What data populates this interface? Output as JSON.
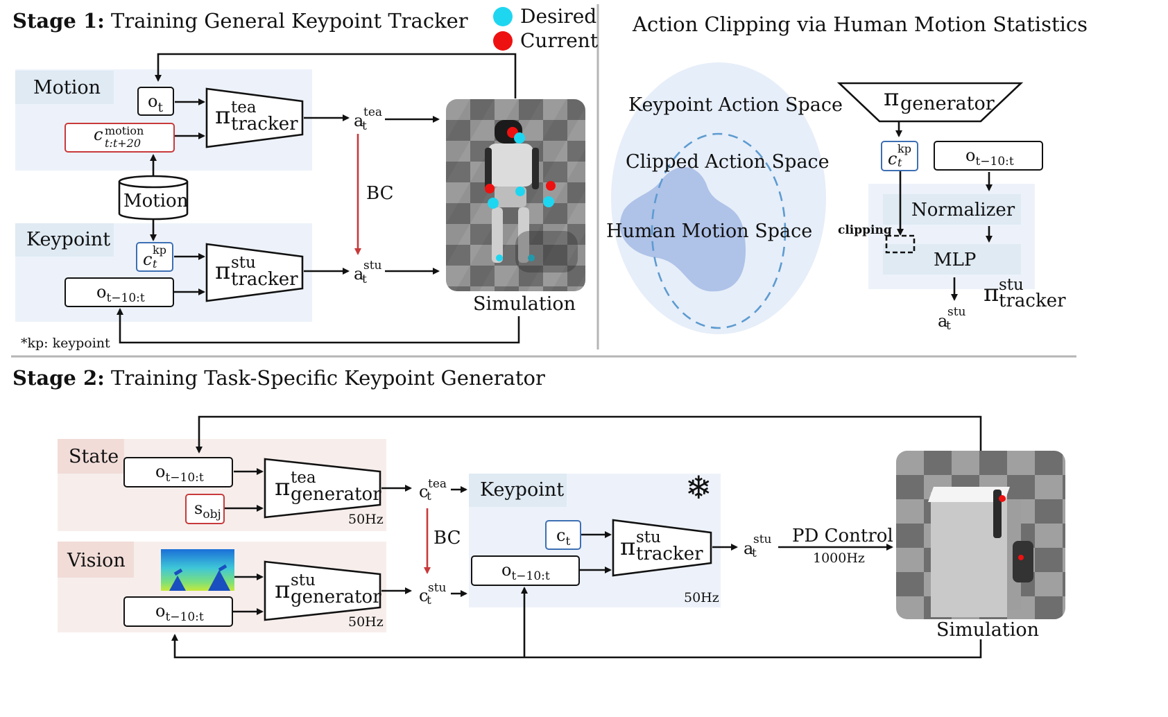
{
  "stage1": {
    "title_bold": "Stage 1:",
    "title_rest": " Training General Keypoint Tracker",
    "legend_desired": "Desired",
    "legend_current": "Current",
    "motion_tag": "Motion",
    "keypoint_tag": "Keypoint",
    "o_t": "o",
    "o_t_sub": "t",
    "c_motion": "c",
    "c_motion_sup": "motion",
    "c_motion_sub": "t:t+20",
    "motion_db": "Motion",
    "c_kp": "c",
    "c_kp_sup": "kp",
    "c_kp_sub": "t",
    "o_hist": "o",
    "o_hist_sub": "t−10:t",
    "pi": "π",
    "tea": "tea",
    "stu": "stu",
    "tracker": "tracker",
    "a": "a",
    "a_sub": "t",
    "bc": "BC",
    "simulation": "Simulation",
    "footnote": "*kp: keypoint"
  },
  "clip": {
    "title": "Action Clipping via Human Motion Statistics",
    "kp_space": "Keypoint Action Space",
    "clipped_space": "Clipped Action Space",
    "human_space": "Human Motion Space",
    "pi": "π",
    "generator": "generator",
    "c_kp": "c",
    "c_kp_sup": "kp",
    "c_kp_sub": "t",
    "o_hist": "o",
    "o_hist_sub": "t−10:t",
    "normalizer": "Normalizer",
    "clipping": "clipping",
    "mlp": "MLP",
    "a": "a",
    "a_sup": "stu",
    "a_sub": "t",
    "pi_stu": "stu",
    "tracker": "tracker"
  },
  "stage2": {
    "title_bold": "Stage 2:",
    "title_rest": " Training Task-Specific Keypoint Generator",
    "state_tag": "State",
    "vision_tag": "Vision",
    "keypoint_tag": "Keypoint",
    "o_hist": "o",
    "o_hist_sub": "t−10:t",
    "s_obj": "s",
    "s_obj_sub": "obj",
    "pi": "π",
    "tea": "tea",
    "stu": "stu",
    "generator": "generator",
    "tracker": "tracker",
    "hz_tea": "50Hz",
    "hz_stu": "50Hz",
    "hz_tracker": "50Hz",
    "c": "c",
    "c_sub": "t",
    "bc": "BC",
    "a": "a",
    "a_sup": "stu",
    "a_sub": "t",
    "pd_control": "PD Control",
    "pd_hz": "1000Hz",
    "simulation": "Simulation",
    "snowflake": "❄"
  },
  "colors": {
    "red": "#c8393b",
    "blue_box": "#3d6fb3",
    "cyan_marker": "#1fd6f0",
    "red_marker": "#ee1111",
    "panel_blue": "#edf2fa",
    "panel_pink": "#f7eeec"
  },
  "icons": [
    "snowflake-icon",
    "motion-database-icon",
    "desired-marker-icon",
    "current-marker-icon"
  ]
}
